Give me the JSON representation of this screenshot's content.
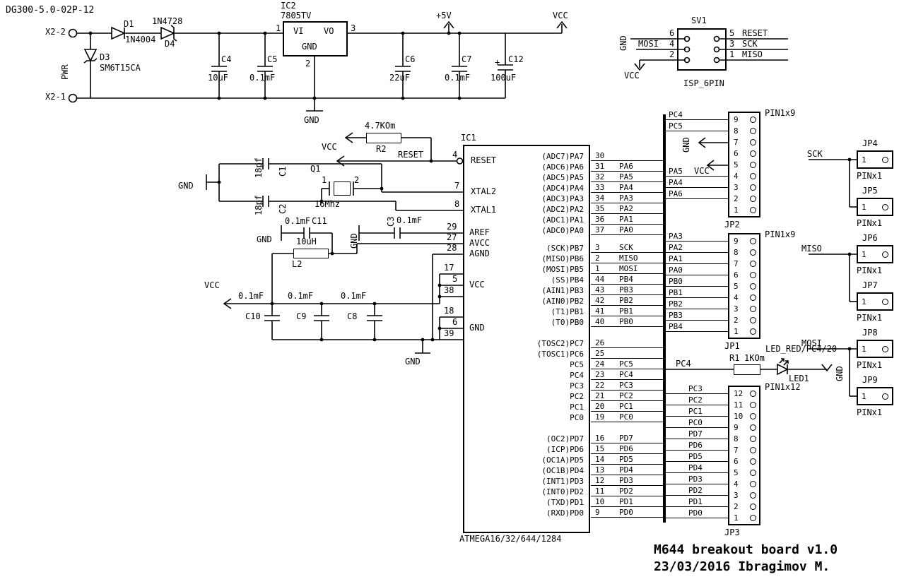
{
  "doc": {
    "code": "DG300-5.0-02P-12",
    "title": "M644 breakout board v1.0",
    "date_author": "23/03/2016 Ibragimov M."
  },
  "power": {
    "x2_2": "X2-2",
    "pwr": "PWR",
    "x2_1": "X2-1",
    "d1_ref": "D1",
    "d1_val": "1N4004",
    "d4_ref": "D4",
    "d4_val": "1N4728",
    "d3_ref": "D3",
    "d3_val": "SM6T15CA",
    "c4_ref": "C4",
    "c4_val": "10uF",
    "c5_ref": "C5",
    "c5_val": "0.1mF",
    "ic2_ref": "IC2",
    "ic2_val": "7805TV",
    "ic2_vi": "VI",
    "ic2_vo": "VO",
    "ic2_gnd": "GND",
    "ic2_pin1": "1",
    "ic2_pin2": "2",
    "ic2_pin3": "3",
    "c6_ref": "C6",
    "c6_val": "22uF",
    "c7_ref": "C7",
    "c7_val": "0.1mF",
    "c12_ref": "C12",
    "c12_val": "100uF",
    "c12_plus": "+",
    "plus5v": "+5V",
    "vcc": "VCC",
    "gnd": "GND"
  },
  "isp": {
    "ref": "SV1",
    "name": "ISP_6PIN",
    "gnd": "GND",
    "mosi": "MOSI",
    "vcc": "VCC",
    "reset": "RESET",
    "sck": "SCK",
    "miso": "MISO",
    "pins_left": [
      "6",
      "4",
      "2"
    ],
    "pins_right": [
      "5",
      "3",
      "1"
    ]
  },
  "reset_net": {
    "r2_ref": "R2",
    "r2_val": "4.7KOm",
    "vcc": "VCC",
    "label": "RESET"
  },
  "xtal": {
    "q1_ref": "Q1",
    "q1_val": "16Mhz",
    "pin1": "1",
    "pin2": "2",
    "c1_ref": "C1",
    "c1_val": "18pf",
    "c2_ref": "C2",
    "c2_val": "18pf",
    "gnd": "GND"
  },
  "analog": {
    "c3_ref": "C3",
    "c3_val": "0.1mF",
    "gnd_aref": "GND",
    "c11_ref": "C11",
    "c11_val": "0.1mF",
    "gnd_c11": "GND",
    "l2_ref": "L2",
    "l2_val": "10uH"
  },
  "decoupling": {
    "vcc": "VCC",
    "gnd": "GND",
    "c10_ref": "C10",
    "c10_val": "0.1mF",
    "c9_ref": "C9",
    "c9_val": "0.1mF",
    "c8_ref": "C8",
    "c8_val": "0.1mF"
  },
  "ic1": {
    "ref": "IC1",
    "value": "ATMEGA16/32/644/1284",
    "left_labels": [
      "RESET",
      "XTAL2",
      "XTAL1",
      "AREF",
      "AVCC",
      "AGND",
      "VCC",
      "GND"
    ],
    "left_pins": [
      "4",
      "7",
      "8",
      "29",
      "27",
      "28",
      "17",
      "5",
      "38",
      "18",
      "6",
      "39"
    ],
    "porta_names": [
      "(ADC7)PA7",
      "(ADC6)PA6",
      "(ADC5)PA5",
      "(ADC4)PA4",
      "(ADC3)PA3",
      "(ADC2)PA2",
      "(ADC1)PA1",
      "(ADC0)PA0"
    ],
    "porta_rows": [
      {
        "pin": "30",
        "net": ""
      },
      {
        "pin": "31",
        "net": "PA6"
      },
      {
        "pin": "32",
        "net": "PA5"
      },
      {
        "pin": "33",
        "net": "PA4"
      },
      {
        "pin": "34",
        "net": "PA3"
      },
      {
        "pin": "35",
        "net": "PA2"
      },
      {
        "pin": "36",
        "net": "PA1"
      },
      {
        "pin": "37",
        "net": "PA0"
      }
    ],
    "portb_names": [
      "(SCK)PB7",
      "(MISO)PB6",
      "(MOSI)PB5",
      "(SS)PB4",
      "(AIN1)PB3",
      "(AIN0)PB2",
      "(T1)PB1",
      "(T0)PB0"
    ],
    "portb_rows": [
      {
        "pin": "3",
        "net": "SCK"
      },
      {
        "pin": "2",
        "net": "MISO"
      },
      {
        "pin": "1",
        "net": "MOSI"
      },
      {
        "pin": "44",
        "net": "PB4"
      },
      {
        "pin": "43",
        "net": "PB3"
      },
      {
        "pin": "42",
        "net": "PB2"
      },
      {
        "pin": "41",
        "net": "PB1"
      },
      {
        "pin": "40",
        "net": "PB0"
      }
    ],
    "portc_names": [
      "(TOSC2)PC7",
      "(TOSC1)PC6",
      "PC5",
      "PC4",
      "PC3",
      "PC2",
      "PC1",
      "PC0"
    ],
    "portc_rows": [
      {
        "pin": "26",
        "net": ""
      },
      {
        "pin": "25",
        "net": ""
      },
      {
        "pin": "24",
        "net": "PC5"
      },
      {
        "pin": "23",
        "net": "PC4"
      },
      {
        "pin": "22",
        "net": "PC3"
      },
      {
        "pin": "21",
        "net": "PC2"
      },
      {
        "pin": "20",
        "net": "PC1"
      },
      {
        "pin": "19",
        "net": "PC0"
      }
    ],
    "portd_names": [
      "(OC2)PD7",
      "(ICP)PD6",
      "(OC1A)PD5",
      "(OC1B)PD4",
      "(INT1)PD3",
      "(INT0)PD2",
      "(TXD)PD1",
      "(RXD)PD0"
    ],
    "portd_rows": [
      {
        "pin": "16",
        "net": "PD7"
      },
      {
        "pin": "15",
        "net": "PD6"
      },
      {
        "pin": "14",
        "net": "PD5"
      },
      {
        "pin": "13",
        "net": "PD4"
      },
      {
        "pin": "12",
        "net": "PD3"
      },
      {
        "pin": "11",
        "net": "PD2"
      },
      {
        "pin": "10",
        "net": "PD1"
      },
      {
        "pin": "9",
        "net": "PD0"
      }
    ]
  },
  "jp2": {
    "ref": "JP2",
    "type": "PIN1x9",
    "pins": [
      "9",
      "8",
      "7",
      "6",
      "5",
      "4",
      "3",
      "2",
      "1"
    ],
    "net9": "PC4",
    "net8": "PC5",
    "gnd": "GND",
    "vcc": "VCC",
    "net4": "PA5",
    "net3": "PA4",
    "net2": "PA6"
  },
  "jp1": {
    "ref": "JP1",
    "type": "PIN1x9",
    "pins": [
      "9",
      "8",
      "7",
      "6",
      "5",
      "4",
      "3",
      "2",
      "1"
    ],
    "nets": [
      "PA3",
      "PA2",
      "PA1",
      "PA0",
      "PB0",
      "PB1",
      "PB2",
      "PB3",
      "PB4"
    ]
  },
  "jp3": {
    "ref": "JP3",
    "type": "PIN1x12",
    "pins": [
      "12",
      "11",
      "10",
      "9",
      "8",
      "7",
      "6",
      "5",
      "4",
      "3",
      "2",
      "1"
    ],
    "nets": [
      "PC3",
      "PC2",
      "PC1",
      "PC0",
      "PD7",
      "PD6",
      "PD5",
      "PD4",
      "PD3",
      "PD2",
      "PD1",
      "PD0"
    ]
  },
  "led": {
    "note": "LED_RED/PC4/20",
    "net": "PC4",
    "r1_ref": "R1",
    "r1_val": "1KOm",
    "ref": "LED1",
    "gnd": "GND"
  },
  "headers": {
    "sck": "SCK",
    "miso": "MISO",
    "mosi": "MOSI",
    "items": [
      {
        "ref": "JP4",
        "type": "PINx1",
        "pin": "1"
      },
      {
        "ref": "JP5",
        "type": "PINx1",
        "pin": "1"
      },
      {
        "ref": "JP6",
        "type": "PINx1",
        "pin": "1"
      },
      {
        "ref": "JP7",
        "type": "PINx1",
        "pin": "1"
      },
      {
        "ref": "JP8",
        "type": "PINx1",
        "pin": "1"
      },
      {
        "ref": "JP9",
        "type": "PINx1",
        "pin": "1"
      }
    ]
  }
}
